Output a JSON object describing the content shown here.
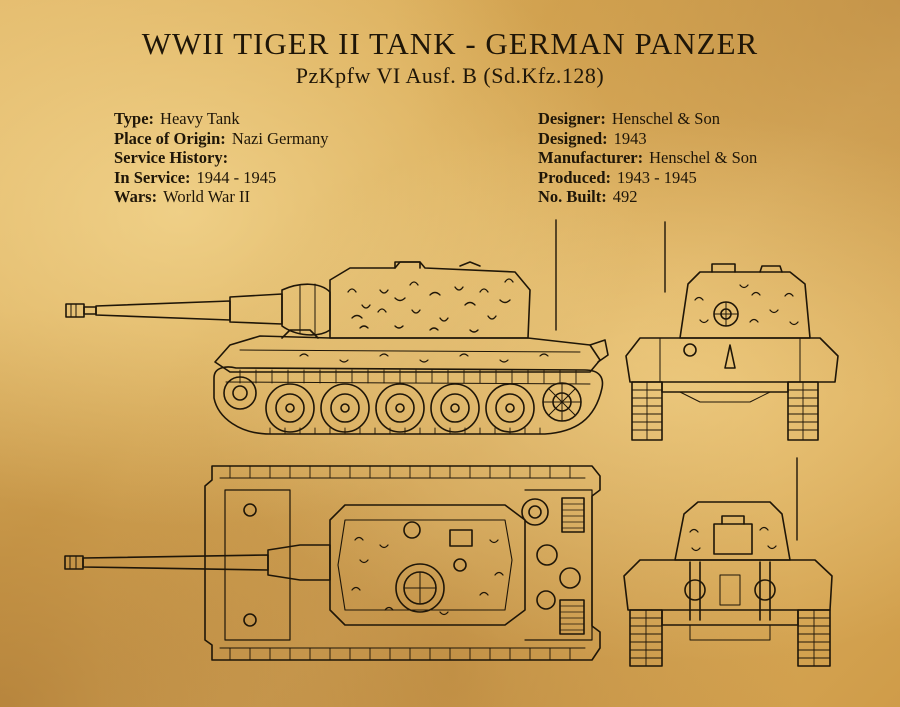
{
  "poster": {
    "title": "WWII TIGER II TANK - GERMAN PANZER",
    "subtitle": "PzKpfw VI Ausf. B (Sd.Kfz.128)"
  },
  "specs_left": [
    {
      "label": "Type:",
      "value": "Heavy Tank"
    },
    {
      "label": "Place of Origin:",
      "value": "Nazi Germany"
    },
    {
      "label": "Service History:",
      "value": ""
    },
    {
      "label": "In Service:",
      "value": "1944 - 1945"
    },
    {
      "label": "Wars:",
      "value": "World War II"
    }
  ],
  "specs_right": [
    {
      "label": "Designer:",
      "value": "Henschel & Son"
    },
    {
      "label": "Designed:",
      "value": "1943"
    },
    {
      "label": "Manufacturer:",
      "value": "Henschel & Son"
    },
    {
      "label": "Produced:",
      "value": "1943 - 1945"
    },
    {
      "label": "No. Built:",
      "value": "492"
    }
  ],
  "colors": {
    "ink": "#1f1608",
    "parchment": "#dcae5c"
  }
}
